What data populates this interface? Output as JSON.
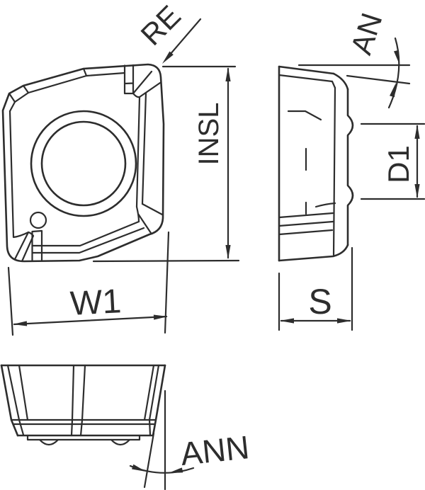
{
  "drawing": {
    "labels": {
      "corner_radius": "RE",
      "clearance_angle_major": "AN",
      "insert_length": "INSL",
      "hole_diameter": "D1",
      "insert_width": "W1",
      "thickness": "S",
      "clearance_angle_minor": "ANN"
    },
    "colors": {
      "line": "#2d2d2d",
      "background": "#ffffff"
    }
  }
}
